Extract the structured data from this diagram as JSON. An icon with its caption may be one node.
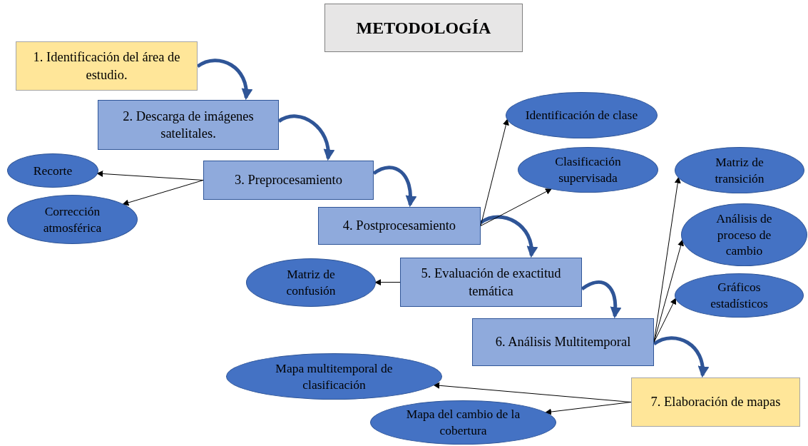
{
  "diagram": {
    "title": "METODOLOGÍA",
    "nodes": [
      {
        "text": [
          "1. Identificación del área de estudio."
        ]
      },
      {
        "text": [
          "2. Descarga de imágenes satelitales."
        ]
      },
      {
        "text": [
          "3. Preprocesamiento"
        ]
      },
      {
        "text": [
          "4. Postprocesamiento"
        ]
      },
      {
        "text": [
          "5. Evaluación de exactitud temática"
        ]
      },
      {
        "text": [
          "6. Análisis Multitemporal"
        ]
      },
      {
        "text": [
          "7. Elaboración de mapas"
        ]
      },
      {
        "text": [
          "Recorte"
        ]
      },
      {
        "text": [
          "Corrección atmosférica"
        ]
      },
      {
        "text": [
          "Identificación de clase"
        ]
      },
      {
        "text": [
          "Clasificación supervisada"
        ]
      },
      {
        "text": [
          "Matriz de confusión"
        ]
      },
      {
        "text": [
          "Matriz de transición"
        ]
      },
      {
        "text": [
          "Análisis de proceso de cambio"
        ]
      },
      {
        "text": [
          "Gráficos estadísticos"
        ]
      },
      {
        "text": [
          "Mapa multitemporal de clasificación"
        ]
      },
      {
        "text": [
          "Mapa del cambio de la cobertura"
        ]
      }
    ],
    "edges": [
      {
        "from": 0,
        "to": 1,
        "arrow": "to",
        "style": "thick",
        "color": "#2f5597"
      },
      {
        "from": 1,
        "to": 2,
        "arrow": "to",
        "style": "thick",
        "color": "#2f5597"
      },
      {
        "from": 2,
        "to": 3,
        "arrow": "to",
        "style": "thick",
        "color": "#2f5597"
      },
      {
        "from": 3,
        "to": 4,
        "arrow": "to",
        "style": "thick",
        "color": "#2f5597"
      },
      {
        "from": 4,
        "to": 5,
        "arrow": "to",
        "style": "thick",
        "color": "#2f5597"
      },
      {
        "from": 5,
        "to": 6,
        "arrow": "to",
        "style": "thick",
        "color": "#2f5597"
      },
      {
        "from": 2,
        "to": 7,
        "arrow": "to"
      },
      {
        "from": 2,
        "to": 8,
        "arrow": "to"
      },
      {
        "from": 3,
        "to": 9,
        "arrow": "to"
      },
      {
        "from": 3,
        "to": 10,
        "arrow": "to"
      },
      {
        "from": 4,
        "to": 11,
        "arrow": "to"
      },
      {
        "from": 5,
        "to": 12,
        "arrow": "to"
      },
      {
        "from": 5,
        "to": 13,
        "arrow": "to"
      },
      {
        "from": 5,
        "to": 14,
        "arrow": "to"
      },
      {
        "from": 6,
        "to": 15,
        "arrow": "to"
      },
      {
        "from": 6,
        "to": 16,
        "arrow": "to"
      }
    ]
  }
}
